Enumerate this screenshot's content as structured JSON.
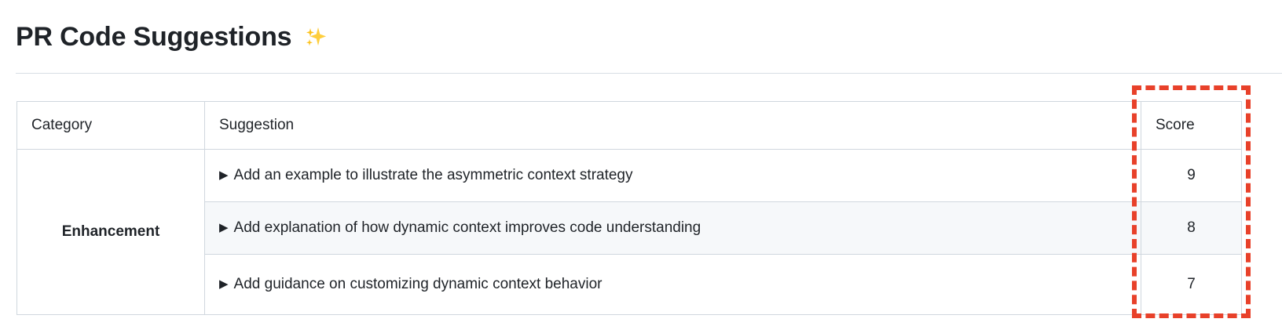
{
  "header": {
    "title": "PR Code Suggestions",
    "title_emoji": "sparkles-icon",
    "title_emoji_char": "✨"
  },
  "table": {
    "columns": [
      {
        "key": "category",
        "label": "Category"
      },
      {
        "key": "suggestion",
        "label": "Suggestion"
      },
      {
        "key": "score",
        "label": "Score"
      }
    ],
    "category_group": "Enhancement",
    "disclosure_marker": "▶",
    "rows": [
      {
        "suggestion": "Add an example to illustrate the asymmetric context strategy",
        "score": "9"
      },
      {
        "suggestion": "Add explanation of how dynamic context improves code understanding",
        "score": "8"
      },
      {
        "suggestion": "Add guidance on customizing dynamic context behavior",
        "score": "7"
      }
    ]
  },
  "annotation": {
    "name": "score-column-highlight",
    "color": "#e8412a",
    "style": "dashed-rectangle"
  },
  "colors": {
    "text": "#1f2328",
    "border": "#d0d7de",
    "rule": "#d8dee4",
    "alt_row_bg": "#f6f8fa",
    "highlight": "#e8412a",
    "page_bg": "#ffffff"
  }
}
